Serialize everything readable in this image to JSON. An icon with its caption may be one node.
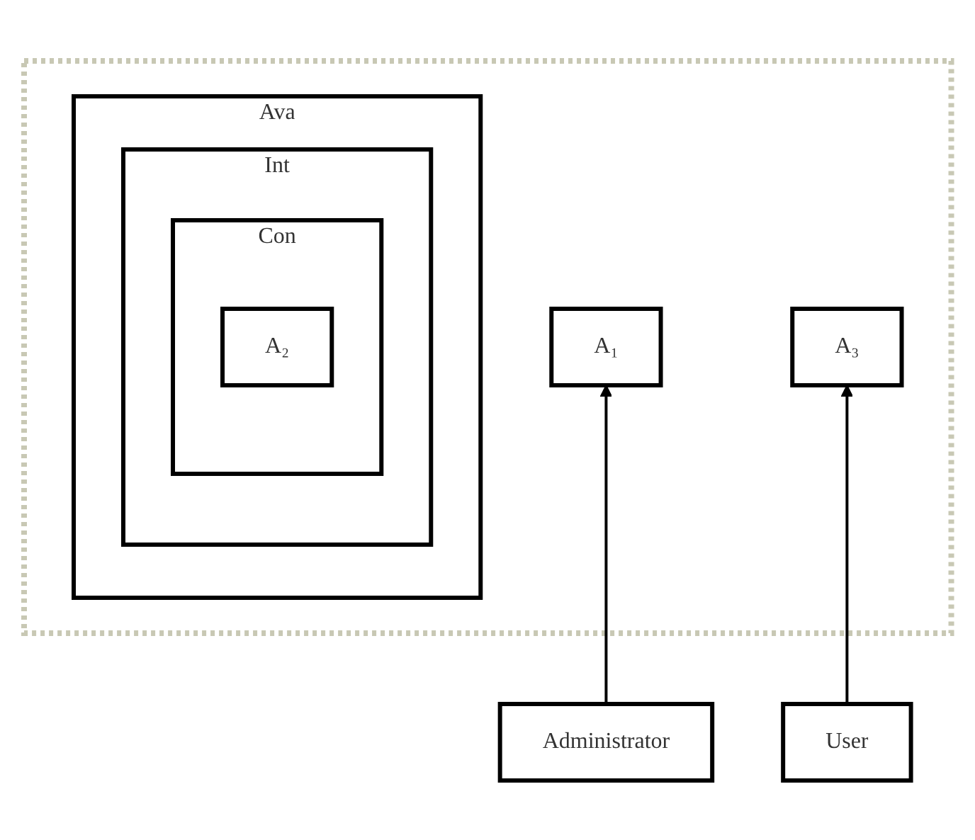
{
  "diagram": {
    "nodes": [
      {
        "text": [],
        "shape": "ellipse"
      },
      {
        "text": [
          "A₁"
        ],
        "in": 0
      },
      {
        "text": [
          "Ava"
        ],
        "in": 0
      },
      {
        "text": [
          "Int"
        ],
        "in": 2
      },
      {
        "text": [
          "Con"
        ],
        "in": 3
      },
      {
        "text": [
          "A₂"
        ],
        "in": 4
      },
      {
        "text": [
          "A₃"
        ],
        "in": 0
      },
      {
        "text": [
          "Administrator"
        ]
      },
      {
        "text": [
          "User"
        ]
      }
    ],
    "edges": [
      {
        "from": 7,
        "to": 1,
        "arrow": "to"
      },
      {
        "from": 8,
        "to": 6,
        "arrow": "to"
      }
    ]
  }
}
